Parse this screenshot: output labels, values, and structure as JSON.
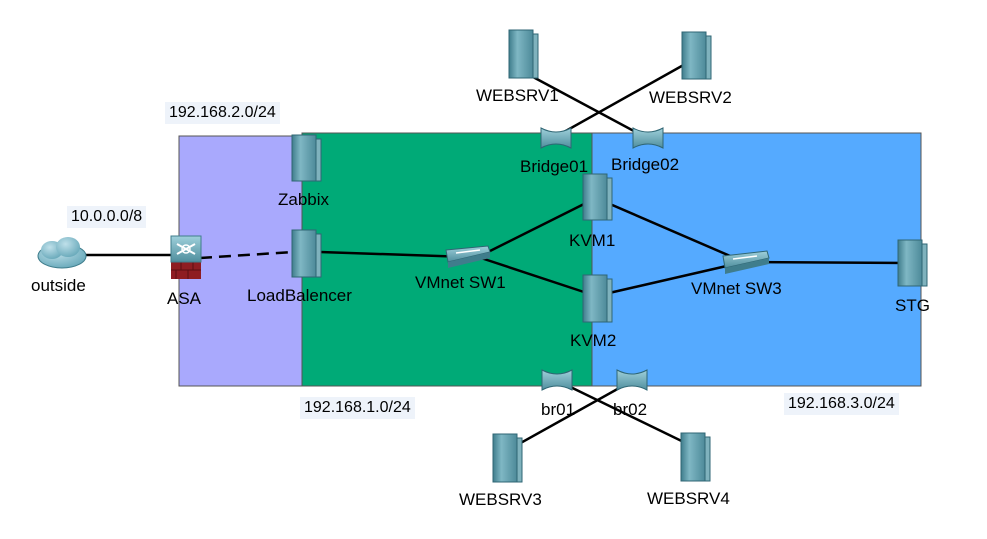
{
  "colors": {
    "zone_dmz": "#a9a9fd",
    "zone_internal": "#00aa77",
    "zone_storage": "#55aaff",
    "server": "#5a96a5",
    "link": "#000000"
  },
  "networks": {
    "outside": "10.0.0.0/8",
    "dmz": "192.168.2.0/24",
    "internal": "192.168.1.0/24",
    "storage": "192.168.3.0/24"
  },
  "devices": {
    "outside": {
      "label": "outside",
      "icon": "cloud-icon"
    },
    "asa": {
      "label": "ASA",
      "icon": "firewall-icon"
    },
    "zabbix": {
      "label": "Zabbix",
      "icon": "server-icon"
    },
    "loadbalancer": {
      "label": "LoadBalencer",
      "icon": "server-icon"
    },
    "vmnet_sw1": {
      "label": "VMnet SW1",
      "icon": "switch-icon"
    },
    "vmnet_sw3": {
      "label": "VMnet SW3",
      "icon": "switch-icon"
    },
    "kvm1": {
      "label": "KVM1",
      "icon": "server-icon"
    },
    "kvm2": {
      "label": "KVM2",
      "icon": "server-icon"
    },
    "stg": {
      "label": "STG",
      "icon": "server-icon"
    },
    "bridge01": {
      "label": "Bridge01",
      "icon": "bridge-icon"
    },
    "bridge02": {
      "label": "Bridge02",
      "icon": "bridge-icon"
    },
    "br01": {
      "label": "br01",
      "icon": "bridge-icon"
    },
    "br02": {
      "label": "br02",
      "icon": "bridge-icon"
    },
    "websrv1": {
      "label": "WEBSRV1",
      "icon": "server-icon"
    },
    "websrv2": {
      "label": "WEBSRV2",
      "icon": "server-icon"
    },
    "websrv3": {
      "label": "WEBSRV3",
      "icon": "server-icon"
    },
    "websrv4": {
      "label": "WEBSRV4",
      "icon": "server-icon"
    }
  },
  "links": [
    {
      "from": "outside",
      "to": "asa",
      "style": "solid"
    },
    {
      "from": "asa",
      "to": "loadbalancer",
      "style": "dashed"
    },
    {
      "from": "loadbalancer",
      "to": "vmnet_sw1",
      "style": "solid"
    },
    {
      "from": "vmnet_sw1",
      "to": "kvm1",
      "style": "solid"
    },
    {
      "from": "vmnet_sw1",
      "to": "kvm2",
      "style": "solid"
    },
    {
      "from": "kvm1",
      "to": "vmnet_sw3",
      "style": "solid"
    },
    {
      "from": "kvm2",
      "to": "vmnet_sw3",
      "style": "solid"
    },
    {
      "from": "vmnet_sw3",
      "to": "stg",
      "style": "solid"
    },
    {
      "from": "websrv1",
      "to": "bridge02",
      "style": "solid"
    },
    {
      "from": "websrv2",
      "to": "bridge01",
      "style": "solid"
    },
    {
      "from": "websrv3",
      "to": "br02",
      "style": "solid"
    },
    {
      "from": "websrv4",
      "to": "br01",
      "style": "solid"
    }
  ]
}
